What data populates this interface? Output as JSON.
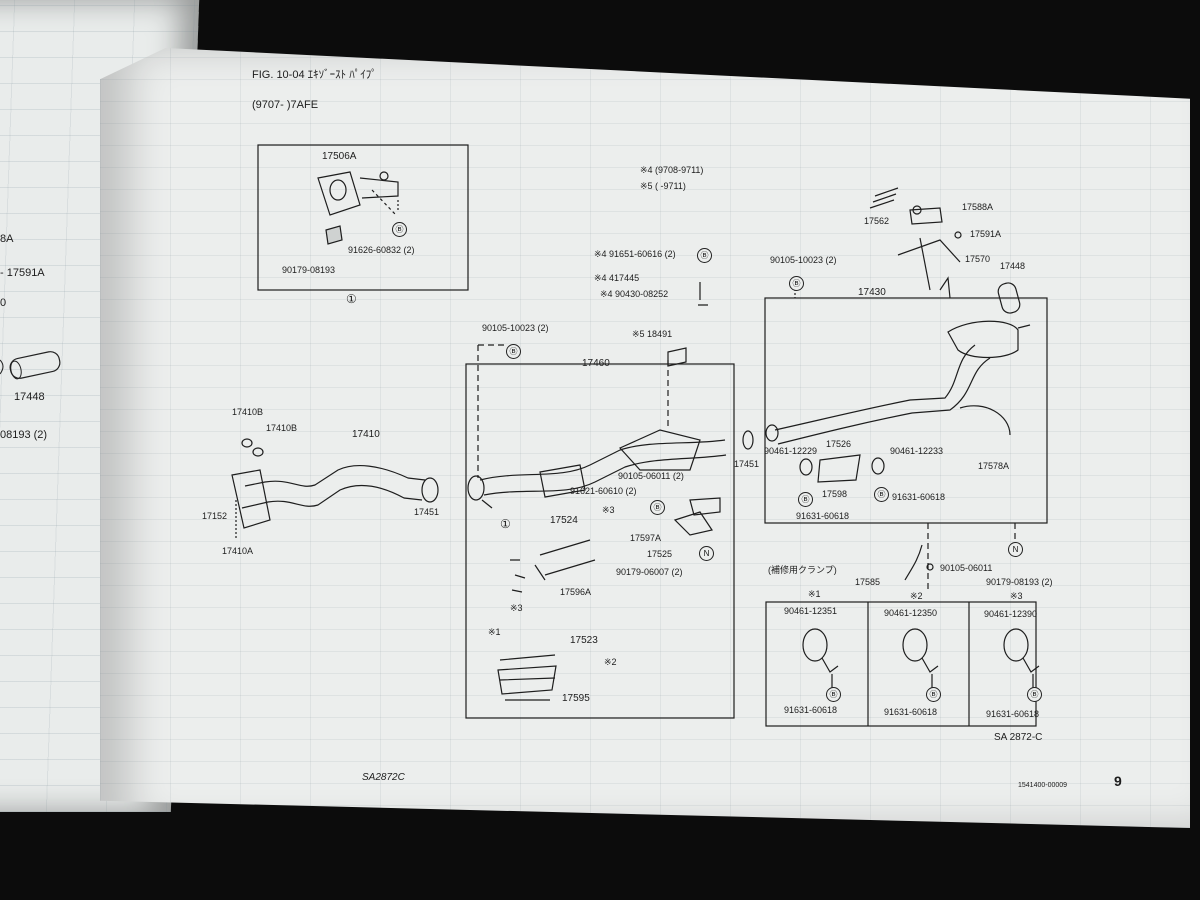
{
  "header": {
    "fig_title": "FIG. 10-04 ｴｷｿﾞｰｽﾄ ﾊﾟｲﾌﾟ",
    "model_range": "(9707-    )7AFE"
  },
  "left_page": {
    "labels": [
      "8A",
      "- 17591A",
      "0",
      "17448",
      "08193 (2)"
    ]
  },
  "box1": {
    "parts": [
      "17506A",
      "91626-60832 (2)",
      "90179-08193"
    ],
    "ref_b": "Ⓑ",
    "callout": "①"
  },
  "notes": {
    "note4": "※4 (9708-9711)",
    "note5": "※5 (      -9711)"
  },
  "top_center": {
    "p1": "※4 91651-60616 (2)",
    "p2": "※4 417445",
    "p3": "※4 90430-08252",
    "p4": "※5 18491",
    "ref_b": "Ⓑ"
  },
  "front_pipe": {
    "p1": "90105-10023 (2)",
    "p2": "17410B",
    "p3": "17410B",
    "p4": "17410",
    "p5": "17152",
    "p6": "17410A",
    "p7": "17451"
  },
  "center_box": {
    "box_label": "17460",
    "p1": "17451",
    "p2": "90105-06011 (2)",
    "p3": "91621-60610 (2)",
    "p4": "17524",
    "p5": "※3",
    "p6": "17597A",
    "p7": "17525",
    "p8": "90179-06007 (2)",
    "p9": "17596A",
    "p10": "※3",
    "p11": "※1",
    "p12": "17523",
    "p13": "※2",
    "p14": "17595",
    "callout": "①"
  },
  "top_right": {
    "p1": "17588A",
    "p2": "17562",
    "p3": "17591A",
    "p4": "17570",
    "p5": "17448",
    "p6": "90105-10023 (2)",
    "p7": "17430"
  },
  "right_box": {
    "p1": "17526",
    "p2": "90461-12229",
    "p3": "90461-12233",
    "p4": "17598",
    "p5": "91631-60618",
    "p6": "17578A",
    "p7": "91631-60618"
  },
  "clamp_section": {
    "title": "(補修用クランプ)",
    "p_hanger": "17585",
    "p_bolt": "90105-06011",
    "p_clip": "90179-08193 (2)",
    "cells": [
      {
        "mark": "※1",
        "part": "90461-12351",
        "bolt": "91631-60618"
      },
      {
        "mark": "※2",
        "part": "90461-12350",
        "bolt": "91631-60618"
      },
      {
        "mark": "※3",
        "part": "90461-12390",
        "bolt": "91631-60618"
      }
    ]
  },
  "footer": {
    "diagram_code": "SA 2872-C",
    "doc_code": "SA2872C",
    "small_code": "1541400-00009",
    "page_number": "9"
  }
}
